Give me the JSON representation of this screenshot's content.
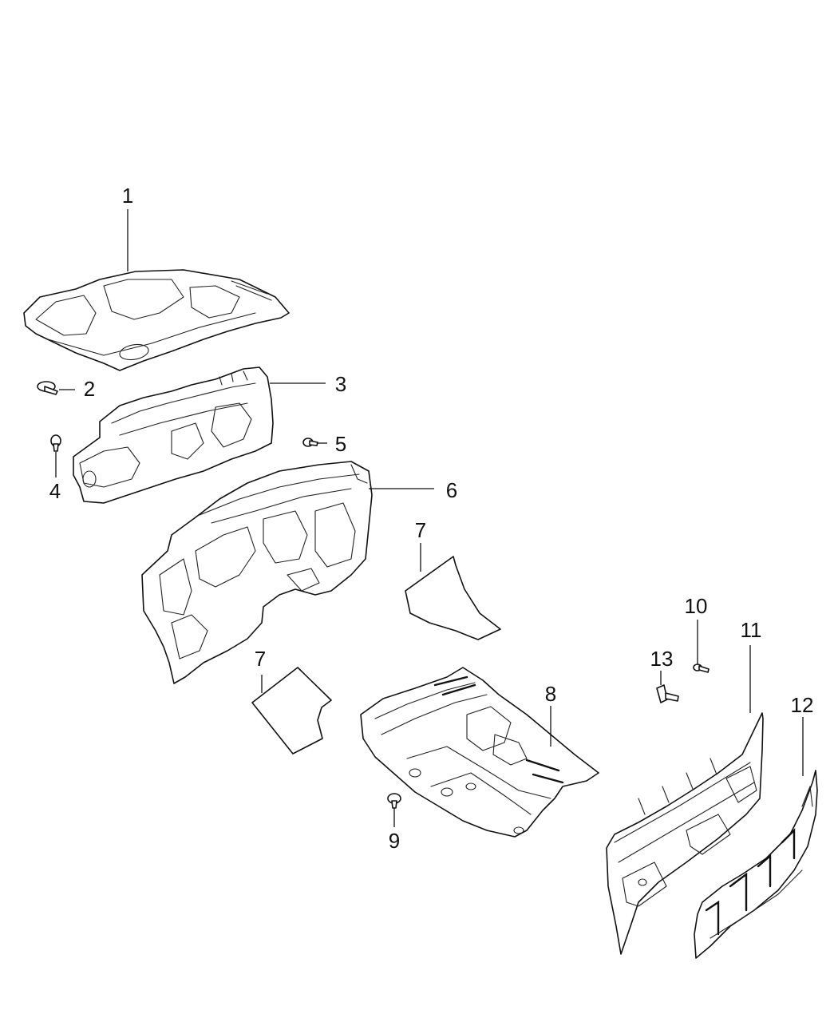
{
  "callouts": {
    "c1": "1",
    "c2": "2",
    "c3": "3",
    "c4": "4",
    "c5": "5",
    "c6": "6",
    "c7a": "7",
    "c7b": "7",
    "c8": "8",
    "c9": "9",
    "c10": "10",
    "c11": "11",
    "c12": "12",
    "c13": "13"
  },
  "parts": [
    {
      "callout": "1",
      "icon": "hood-silencer-pad-icon"
    },
    {
      "callout": "2",
      "icon": "push-pin-retainer-icon"
    },
    {
      "callout": "3",
      "icon": "dash-panel-silencer-outer-icon"
    },
    {
      "callout": "4",
      "icon": "push-pin-retainer-icon"
    },
    {
      "callout": "5",
      "icon": "push-pin-retainer-icon"
    },
    {
      "callout": "6",
      "icon": "dash-panel-silencer-inner-icon"
    },
    {
      "callout": "7",
      "icon": "insulation-pad-icon"
    },
    {
      "callout": "8",
      "icon": "floor-pan-silencer-icon"
    },
    {
      "callout": "9",
      "icon": "push-pin-retainer-icon"
    },
    {
      "callout": "10",
      "icon": "screw-icon"
    },
    {
      "callout": "11",
      "icon": "rear-cab-silencer-icon"
    },
    {
      "callout": "12",
      "icon": "back-panel-silencer-icon"
    },
    {
      "callout": "13",
      "icon": "nut-clip-icon"
    }
  ]
}
